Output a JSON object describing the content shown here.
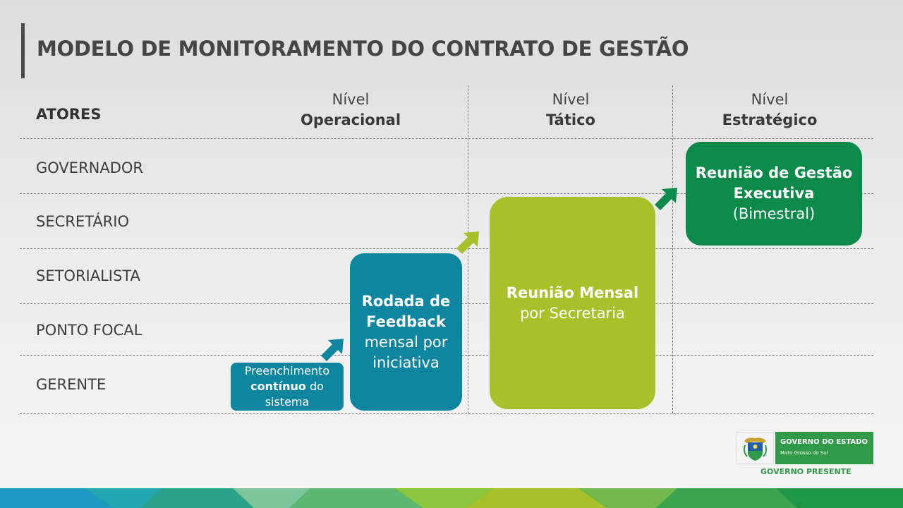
{
  "title": "MODELO DE MONITORAMENTO DO CONTRATO DE GESTÃO",
  "header": {
    "actors_label": "ATORES",
    "levels": [
      {
        "line1": "Nível",
        "line2": "Operacional"
      },
      {
        "line1": "Nível",
        "line2": "Tático"
      },
      {
        "line1": "Nível",
        "line2": "Estratégico"
      }
    ]
  },
  "rows": [
    "GOVERNADOR",
    "SECRETÁRIO",
    "SETORIALISTA",
    "PONTO FOCAL",
    "GERENTE"
  ],
  "boxes": {
    "preenchimento": {
      "line1": "Preenchimento",
      "line2_bold": "contínuo",
      "line2_rest": " do",
      "line3": "sistema"
    },
    "feedback": {
      "line1": "Rodada de",
      "line2": "Feedback",
      "line3": "mensal por",
      "line4": "iniciativa"
    },
    "mensal": {
      "line1": "Reunião Mensal",
      "line2": "por Secretaria"
    },
    "executiva": {
      "line1": "Reunião de Gestão",
      "line2": "Executiva",
      "line3": "(Bimestral)"
    }
  },
  "logo": {
    "line1": "GOVERNO DO ESTADO",
    "line2": "Mato Grosso do Sul",
    "tagline": "GOVERNO PRESENTE"
  },
  "colors": {
    "teal": "#0e86a0",
    "lime": "#a8c12a",
    "green": "#0b8a4a",
    "brand_green": "#2f9a47"
  }
}
